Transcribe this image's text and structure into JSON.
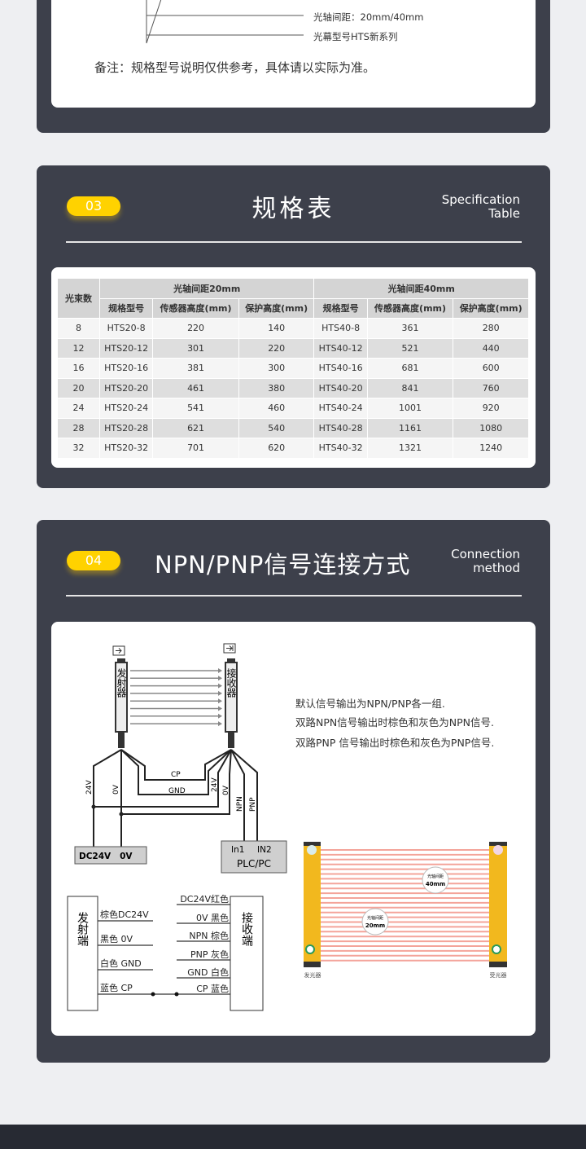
{
  "section_02": {
    "label_spacing": "光轴间距：20mm/40mm",
    "label_model": "光幕型号HTS新系列",
    "note": "备注：规格型号说明仅供参考，具体请以实际为准。"
  },
  "section_03": {
    "badge": "03",
    "title": "规格表",
    "en_line1": "Specification",
    "en_line2": "Table",
    "table": {
      "beams_header": "光束数",
      "group1": "光轴间距20mm",
      "group2": "光轴间距40mm",
      "columns": [
        "规格型号",
        "传感器高度(mm)",
        "保护高度(mm)",
        "规格型号",
        "传感器高度(mm)",
        "保护高度(mm)"
      ],
      "rows": [
        [
          "8",
          "HTS20-8",
          "220",
          "140",
          "HTS40-8",
          "361",
          "280"
        ],
        [
          "12",
          "HTS20-12",
          "301",
          "220",
          "HTS40-12",
          "521",
          "440"
        ],
        [
          "16",
          "HTS20-16",
          "381",
          "300",
          "HTS40-16",
          "681",
          "600"
        ],
        [
          "20",
          "HTS20-20",
          "461",
          "380",
          "HTS40-20",
          "841",
          "760"
        ],
        [
          "24",
          "HTS20-24",
          "541",
          "460",
          "HTS40-24",
          "1001",
          "920"
        ],
        [
          "28",
          "HTS20-28",
          "621",
          "540",
          "HTS40-28",
          "1161",
          "1080"
        ],
        [
          "32",
          "HTS20-32",
          "701",
          "620",
          "HTS40-32",
          "1321",
          "1240"
        ]
      ]
    }
  },
  "section_04": {
    "badge": "04",
    "title": "NPN/PNP信号连接方式",
    "en_line1": "Connection",
    "en_line2": "method",
    "desc": [
      "默认信号输出为NPN/PNP各一组.",
      "双路NPN信号输出时棕色和灰色为NPN信号.",
      "双路PNP 信号输出时棕色和灰色为PNP信号."
    ],
    "diagram": {
      "emitter": "发射器",
      "receiver": "接收器",
      "w24v": "24V",
      "w0v": "0V",
      "cp": "CP",
      "gnd": "GND",
      "r24v": "24V",
      "r0v": "0V",
      "npn": "NPN",
      "pnp": "PNP",
      "dc_box": "DC24V   0V",
      "in1": "In1",
      "in2": "IN2",
      "plc": "PLC/PC"
    },
    "wiring": {
      "left_box": "发射端",
      "right_box": "接收端",
      "left": [
        "棕色DC24V",
        "黑色 0V",
        "白色 GND",
        "蓝色 CP"
      ],
      "right": [
        "DC24V红色",
        "0V 黑色",
        "NPN 棕色",
        "PNP 灰色",
        "GND 白色",
        "CP 蓝色"
      ]
    },
    "photo": {
      "spacing_label": "光轴间距",
      "spacing_40": "40mm",
      "spacing_20": "20mm",
      "emitter": "发光器",
      "receiver": "受光器"
    }
  },
  "colors": {
    "panel": "#3d404b",
    "accent": "#ffd200",
    "beam": "#f4a49a",
    "curtain": "#f2b81e"
  }
}
